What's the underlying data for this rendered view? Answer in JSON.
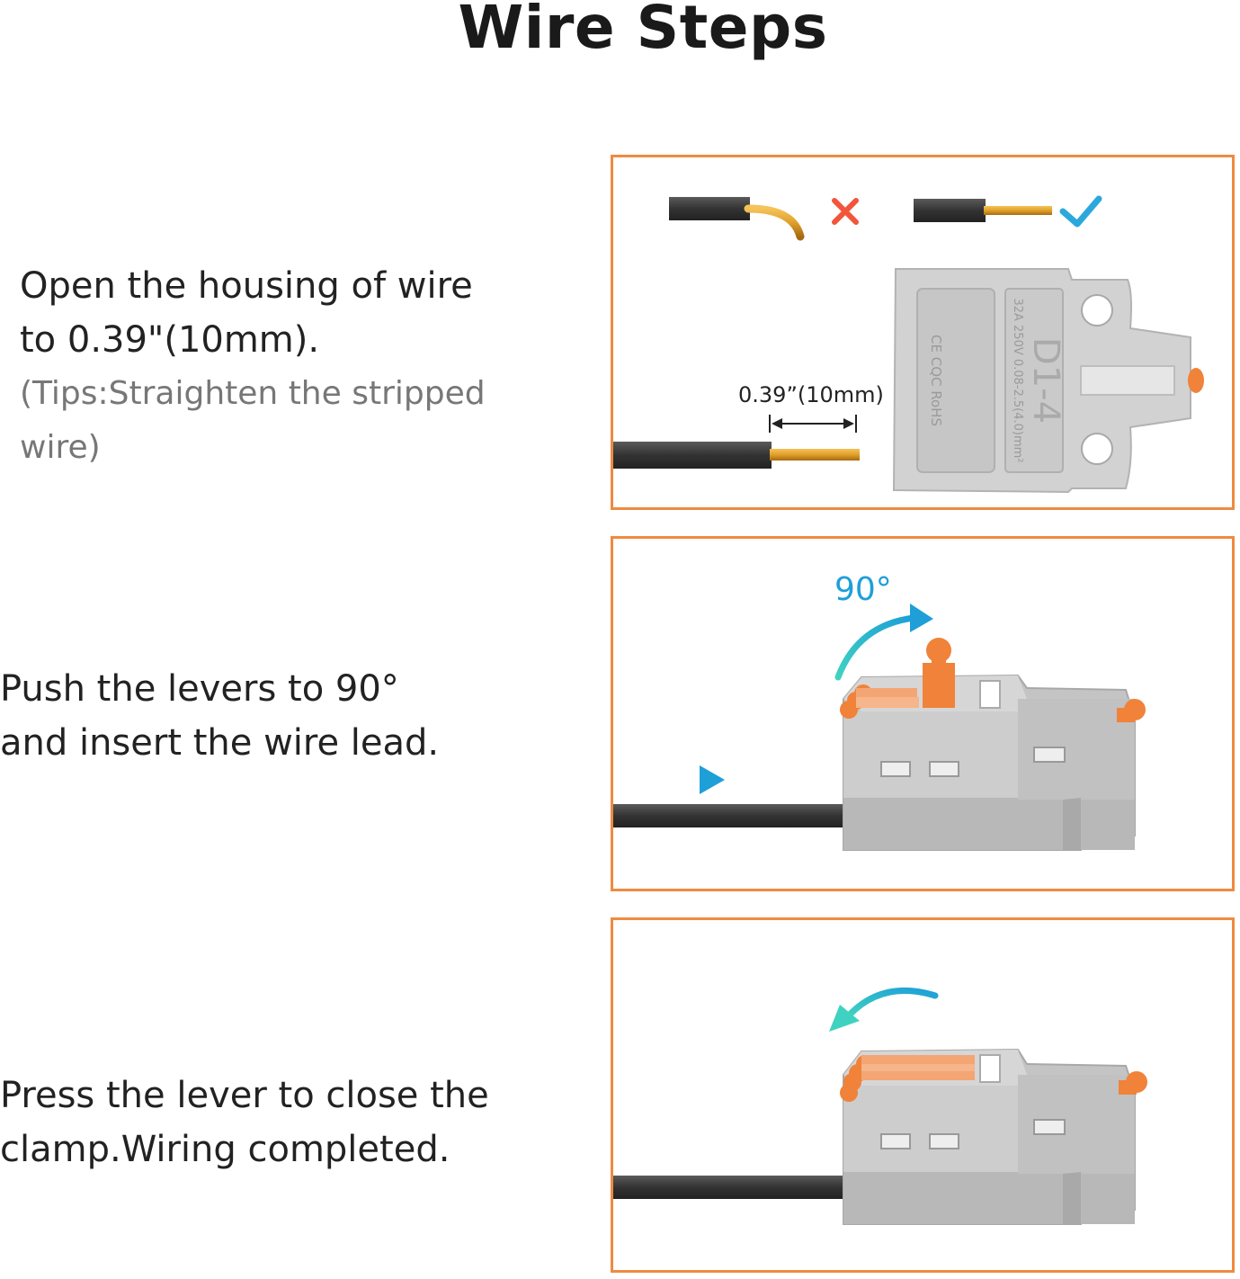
{
  "title": "Wire Steps",
  "steps": [
    {
      "lines": [
        "Open the housing of wire",
        "to 0.39\"(10mm)."
      ],
      "tip_lines": [
        "(Tips:Straighten the stripped",
        "wire)"
      ],
      "measurement": "0.39”(10mm)",
      "connector_marking": "D1-4",
      "connector_specs": "32A 250V 0.08-2.5(4.0)mm²",
      "connector_certs": "CE CQC RoHS",
      "wrong_icon": "cross-icon",
      "right_icon": "check-icon"
    },
    {
      "lines": [
        "Push the levers to 90°",
        "and insert the wire lead."
      ],
      "angle": "90°"
    },
    {
      "lines": [
        "Press the lever to close the",
        "clamp.Wiring completed."
      ]
    }
  ],
  "colors": {
    "panel_border": "#f08a40",
    "lever_orange": "#f0823a",
    "connector_gray": "#c8c8c8",
    "arrow_blue": "#1e9fd8",
    "arrow_teal": "#3fd2c0",
    "wrong_red": "#f2553a",
    "right_blue": "#2aa8dc",
    "wire_dark": "#3a3a3a",
    "copper": "#e0a12a"
  }
}
